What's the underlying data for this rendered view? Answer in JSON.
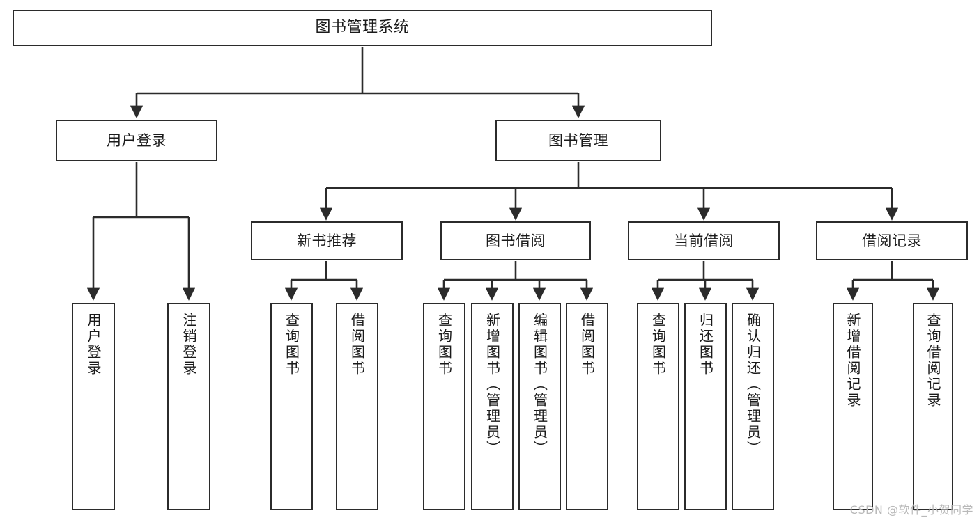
{
  "diagram": {
    "title": "图书管理系统",
    "type": "tree-hierarchy",
    "stroke_color": "#2b2b2b",
    "fill_color": "#ffffff",
    "text_color": "#1a1a1a"
  },
  "watermark": {
    "text": "CSDN @软件_小贺同学",
    "color": "#b9b9b9"
  },
  "nodes": {
    "root": {
      "label": "图书管理系统"
    },
    "level2": [
      {
        "label": "用户登录"
      },
      {
        "label": "图书管理"
      }
    ],
    "level3": [
      {
        "label": "新书推荐"
      },
      {
        "label": "图书借阅"
      },
      {
        "label": "当前借阅"
      },
      {
        "label": "借阅记录"
      }
    ],
    "leaves": {
      "user_login": [
        {
          "label": "用户登录"
        },
        {
          "label": "注销登录"
        }
      ],
      "new_book_recommend": [
        {
          "label": "查询图书"
        },
        {
          "label": "借阅图书"
        }
      ],
      "book_borrow": [
        {
          "label": "查询图书"
        },
        {
          "label": "新增图书（管理员）"
        },
        {
          "label": "编辑图书（管理员）"
        },
        {
          "label": "借阅图书"
        }
      ],
      "current_borrow": [
        {
          "label": "查询图书"
        },
        {
          "label": "归还图书"
        },
        {
          "label": "确认归还（管理员）"
        }
      ],
      "borrow_record": [
        {
          "label": "新增借阅记录"
        },
        {
          "label": "查询借阅记录"
        }
      ]
    }
  }
}
